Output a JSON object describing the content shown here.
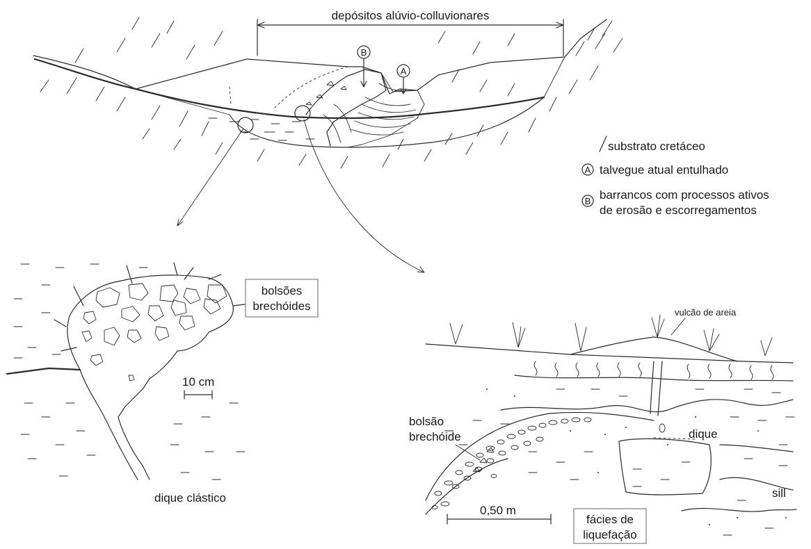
{
  "labels": {
    "top_span": "depósitos alúvio-colluvionares",
    "marker_a": "A",
    "marker_b": "B",
    "legend_substrato": "substrato cretáceo",
    "legend_a": "talvegue atual entulhado",
    "legend_b_line1": "barrancos com processos ativos",
    "legend_b_line2": "de erosão e escorregamentos",
    "bolsoes_line1": "bolsões",
    "bolsoes_line2": "brechóides",
    "scale_left": "10 cm",
    "dique_clastico": "dique clástico",
    "vulcao": "vulcão de areia",
    "bolsao_line1": "bolsão",
    "bolsao_line2": "brechóide",
    "dique": "dique",
    "sill": "sill",
    "scale_right": "0,50 m",
    "facies_line1": "fácies de",
    "facies_line2": "liquefação"
  },
  "icons": {
    "circle_marker": "circled-letter",
    "arrow": "arrow-icon"
  }
}
